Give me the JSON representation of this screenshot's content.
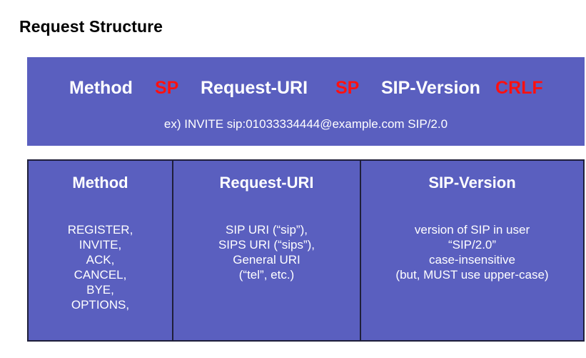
{
  "title": "Request Structure",
  "format": {
    "parts": [
      {
        "text": "Method",
        "type": "field"
      },
      {
        "text": "SP",
        "type": "sep"
      },
      {
        "text": "Request-URI",
        "type": "field"
      },
      {
        "text": "SP",
        "type": "sep"
      },
      {
        "text": "SIP-Version",
        "type": "field"
      },
      {
        "text": "CRLF",
        "type": "sep"
      }
    ],
    "example": "ex) INVITE sip:01033334444@example.com SIP/2.0"
  },
  "columns": [
    {
      "header": "Method",
      "lines": [
        "REGISTER,",
        "INVITE,",
        "ACK,",
        "CANCEL,",
        "BYE,",
        "OPTIONS,"
      ]
    },
    {
      "header": "Request-URI",
      "lines": [
        "SIP URI (“sip”),",
        "SIPS URI (“sips”),",
        "General URI",
        "(“tel”, etc.)"
      ]
    },
    {
      "header": "SIP-Version",
      "lines": [
        "version of SIP in user",
        "“SIP/2.0”",
        "case-insensitive",
        "(but, MUST use upper-case)"
      ]
    }
  ],
  "colors": {
    "box": "#5a5fbf",
    "separator": "#ff1010",
    "text": "#ffffff",
    "border": "#1f1f3a"
  }
}
